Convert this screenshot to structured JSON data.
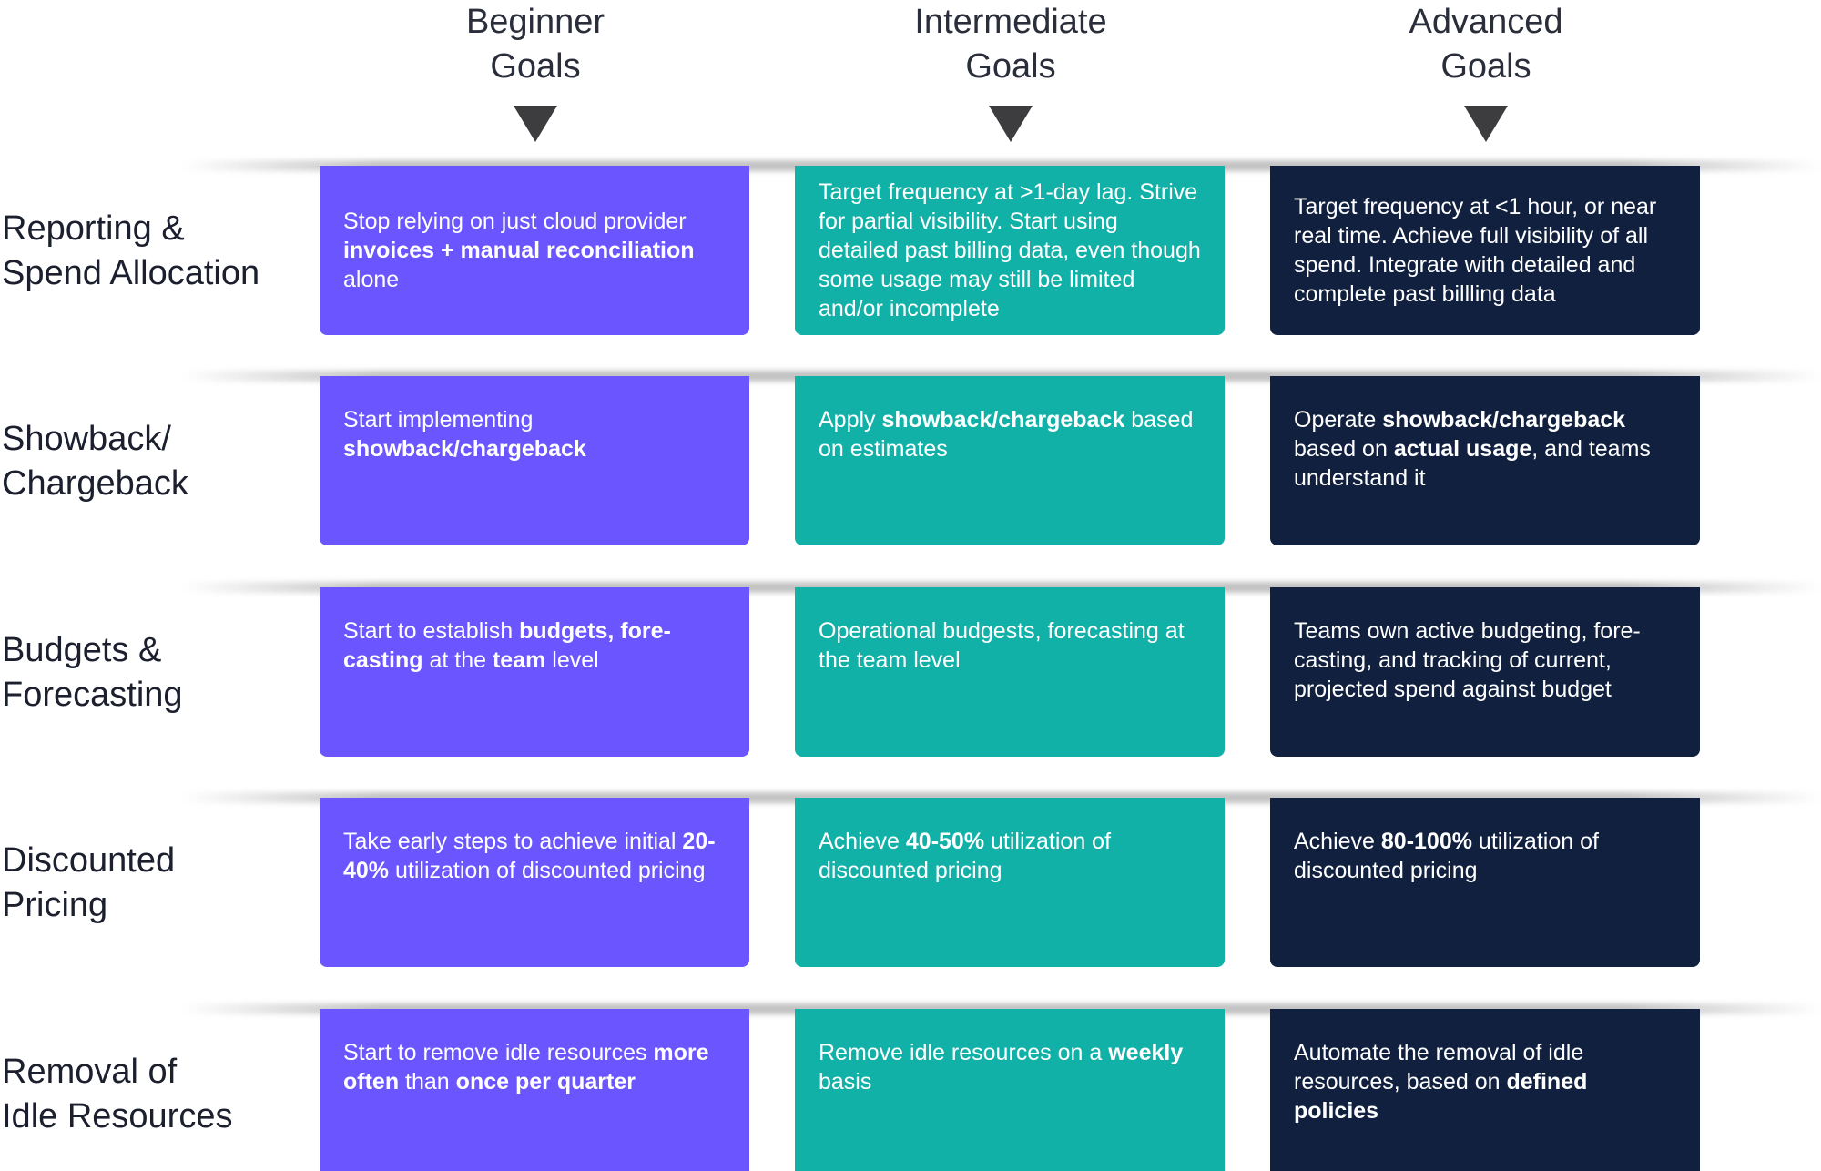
{
  "columns": [
    {
      "title": "Beginner Goals"
    },
    {
      "title": "Intermediate Goals"
    },
    {
      "title": "Advanced Goals"
    }
  ],
  "colors": {
    "beginner": "#6b55ff",
    "intermediate": "#12b1a8",
    "advanced": "#10203e",
    "arrow": "#3d3d3f"
  },
  "rows": [
    {
      "label": "Reporting &\nSpend Allocation",
      "beginner": [
        [
          "Stop relying on just cloud provider ",
          false
        ],
        [
          "invoices + manual reconciliation",
          true
        ],
        [
          " alone",
          false
        ]
      ],
      "intermediate": [
        [
          "Target frequency at >1-day lag. Strive for partial visibility. Start using detailed past billing data, even though some usage may still be limited and/or incomplete",
          false
        ]
      ],
      "advanced": [
        [
          "Target frequency at <1 hour, or near real time. Achieve full visibility of all spend. Integrate with detailed and complete past billling data",
          false
        ]
      ]
    },
    {
      "label": "Showback/\nChargeback",
      "beginner": [
        [
          "Start implementing ",
          false
        ],
        [
          "showback/chargeback",
          true
        ]
      ],
      "intermediate": [
        [
          "Apply ",
          false
        ],
        [
          "showback/chargeback",
          true
        ],
        [
          " based on estimates",
          false
        ]
      ],
      "advanced": [
        [
          "Operate ",
          false
        ],
        [
          "showback/chargeback",
          true
        ],
        [
          " based on ",
          false
        ],
        [
          "actual usage",
          true
        ],
        [
          ", and teams understand it",
          false
        ]
      ]
    },
    {
      "label": "Budgets &\nForecasting",
      "beginner": [
        [
          "Start to establish ",
          false
        ],
        [
          "budgets, fore-casting",
          true
        ],
        [
          " at the ",
          false
        ],
        [
          "team",
          true
        ],
        [
          " level",
          false
        ]
      ],
      "intermediate": [
        [
          "Operational budgests, forecasting at the team level",
          false
        ]
      ],
      "advanced": [
        [
          "Teams own active budgeting, fore-casting, and tracking of current, projected spend against budget",
          false
        ]
      ]
    },
    {
      "label": "Discounted\nPricing",
      "beginner": [
        [
          "Take early steps to achieve initial ",
          false
        ],
        [
          "20-40%",
          true
        ],
        [
          " utilization of discounted pricing",
          false
        ]
      ],
      "intermediate": [
        [
          "Achieve ",
          false
        ],
        [
          "40-50%",
          true
        ],
        [
          " utilization of discounted pricing",
          false
        ]
      ],
      "advanced": [
        [
          "Achieve ",
          false
        ],
        [
          "80-100%",
          true
        ],
        [
          " utilization of discounted pricing",
          false
        ]
      ]
    },
    {
      "label": "Removal of\nIdle Resources",
      "beginner": [
        [
          "Start to remove idle resources ",
          false
        ],
        [
          "more often",
          true
        ],
        [
          " than ",
          false
        ],
        [
          "once per quarter",
          true
        ]
      ],
      "intermediate": [
        [
          "Remove idle resources on a ",
          false
        ],
        [
          "weekly",
          true
        ],
        [
          " basis",
          false
        ]
      ],
      "advanced": [
        [
          "Automate the removal of idle resources, based on ",
          false
        ],
        [
          "defined policies",
          true
        ]
      ]
    }
  ]
}
